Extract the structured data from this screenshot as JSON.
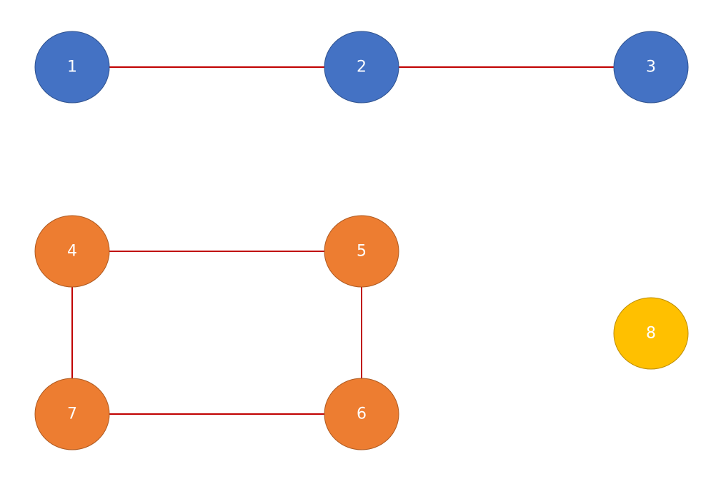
{
  "colors": {
    "edge": "#c00000",
    "background": "#ffffff",
    "label": "#ffffff",
    "blue": "#4472c4",
    "blue_border": "#2f528f",
    "orange": "#ed7d31",
    "orange_border": "#ae5a21",
    "yellow": "#ffc000",
    "yellow_border": "#bc8c00"
  },
  "graph": {
    "nodes": [
      {
        "id": "1",
        "label": "1",
        "group": "blue"
      },
      {
        "id": "2",
        "label": "2",
        "group": "blue"
      },
      {
        "id": "3",
        "label": "3",
        "group": "blue"
      },
      {
        "id": "4",
        "label": "4",
        "group": "orange"
      },
      {
        "id": "5",
        "label": "5",
        "group": "orange"
      },
      {
        "id": "6",
        "label": "6",
        "group": "orange"
      },
      {
        "id": "7",
        "label": "7",
        "group": "orange"
      },
      {
        "id": "8",
        "label": "8",
        "group": "yellow"
      }
    ],
    "edges": [
      {
        "from": "1",
        "to": "2"
      },
      {
        "from": "2",
        "to": "3"
      },
      {
        "from": "4",
        "to": "5"
      },
      {
        "from": "4",
        "to": "7"
      },
      {
        "from": "5",
        "to": "6"
      },
      {
        "from": "7",
        "to": "6"
      }
    ]
  }
}
